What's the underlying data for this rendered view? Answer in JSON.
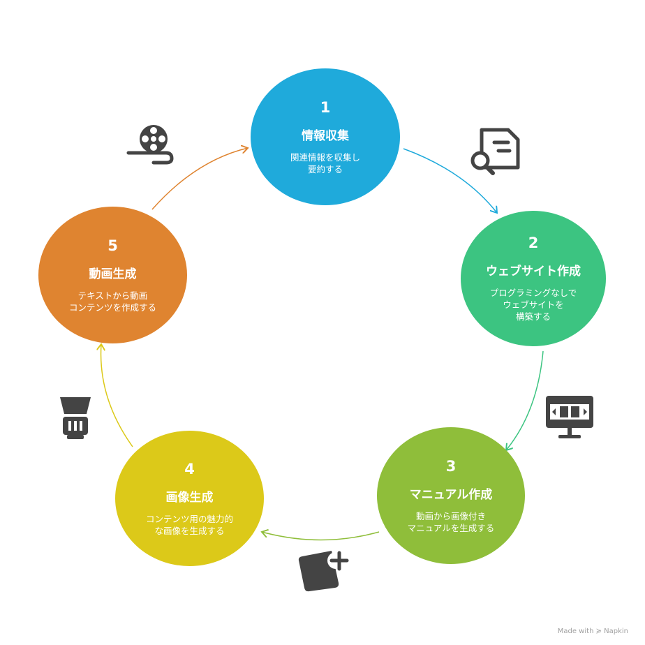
{
  "steps": [
    {
      "number": "1",
      "title": "情報収集",
      "description": "関連情報を収集し\n要約する",
      "color": "#1faadb",
      "icon": "document-search-icon"
    },
    {
      "number": "2",
      "title": "ウェブサイト作成",
      "description": "プログラミングなしで\nウェブサイトを\n構築する",
      "color": "#3cc481",
      "icon": "monitor-video-icon"
    },
    {
      "number": "3",
      "title": "マニュアル作成",
      "description": "動画から画像付き\nマニュアルを生成する",
      "color": "#8fbe3a",
      "icon": "add-image-icon"
    },
    {
      "number": "4",
      "title": "画像生成",
      "description": "コンテンツ用の魅力的\nな画像を生成する",
      "color": "#dcc919",
      "icon": "lens-icon"
    },
    {
      "number": "5",
      "title": "動画生成",
      "description": "テキストから動画\nコンテンツを作成する",
      "color": "#df8430",
      "icon": "film-reel-icon"
    }
  ],
  "footer": "Made with ≽ Napkin"
}
